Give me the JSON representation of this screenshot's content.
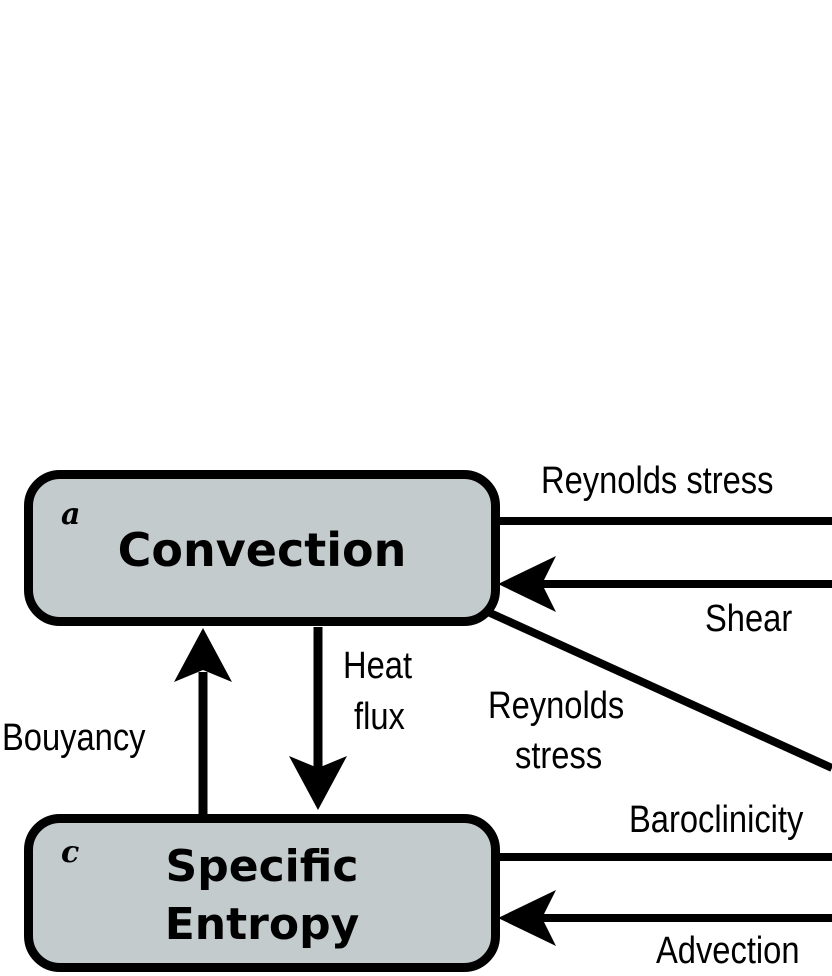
{
  "nodes": {
    "convection": {
      "letter": "a",
      "title": "Convection"
    },
    "entropy": {
      "letter": "c",
      "title_line1": "Specific",
      "title_line2": "Entropy"
    }
  },
  "edges": {
    "reynolds_stress_top": "Reynolds stress",
    "shear": "Shear",
    "heat_flux_line1": "Heat",
    "heat_flux_line2": "flux",
    "reynolds_stress_diag_line1": "Reynolds",
    "reynolds_stress_diag_line2": "stress",
    "bouyancy": "Bouyancy",
    "baroclinicity": "Baroclinicity",
    "advection": "Advection"
  },
  "colors": {
    "box_fill": "#c4cbcc",
    "stroke": "#000000"
  }
}
